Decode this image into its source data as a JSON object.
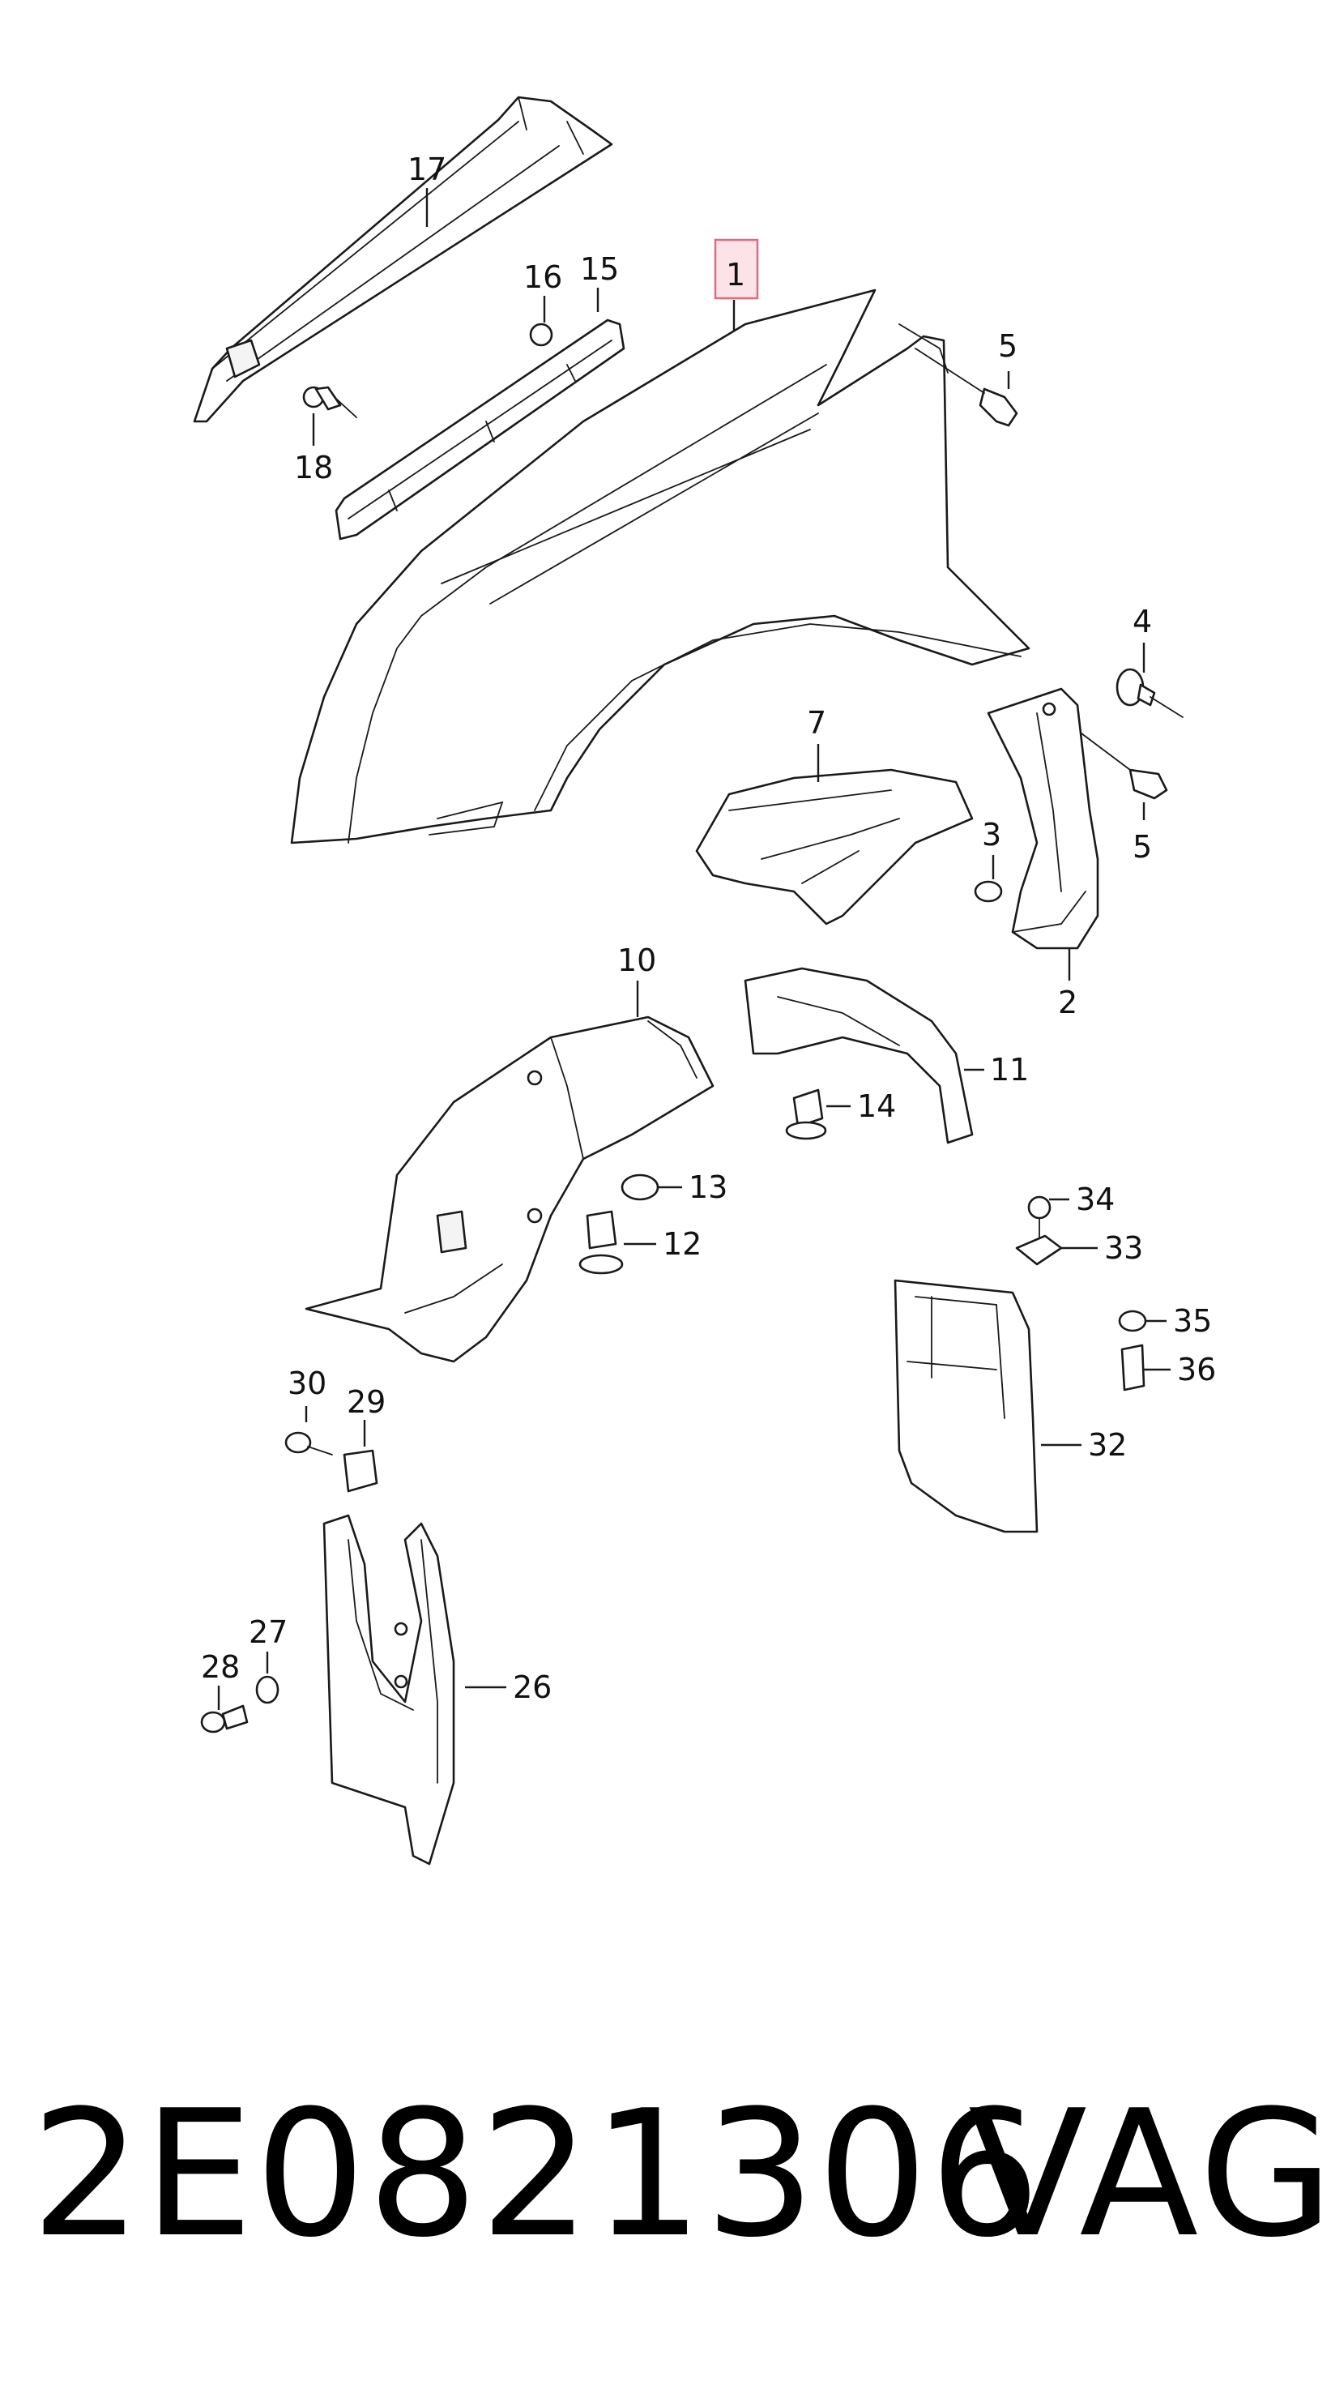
{
  "callouts": {
    "c1": "1",
    "c2": "2",
    "c3": "3",
    "c4": "4",
    "c5a": "5",
    "c5b": "5",
    "c7": "7",
    "c10": "10",
    "c11": "11",
    "c12": "12",
    "c13": "13",
    "c14": "14",
    "c15": "15",
    "c16": "16",
    "c17": "17",
    "c18": "18",
    "c26": "26",
    "c27": "27",
    "c28": "28",
    "c29": "29",
    "c30": "30",
    "c32": "32",
    "c33": "33",
    "c34": "34",
    "c35": "35",
    "c36": "36"
  },
  "highlighted_callout": "1",
  "footer": {
    "part_number": "2E0821306",
    "brand": "VAG"
  },
  "colors": {
    "highlight_fill": "#fbe3e8",
    "highlight_border": "#e06a7e",
    "ink": "#111111"
  }
}
